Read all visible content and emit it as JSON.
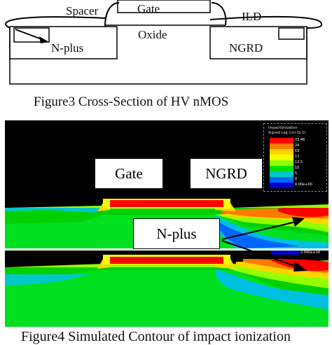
{
  "figure3": {
    "labels": {
      "spacer": "Spacer",
      "gate": "Gate",
      "ild": "ILD",
      "oxide": "Oxide",
      "n_plus": "N-plus",
      "ngrd": "NGRD"
    },
    "caption": "Figure3 Cross-Section of HV nMOS"
  },
  "figure4": {
    "callouts": {
      "gate": "Gate",
      "ngrd": "NGRD",
      "n_plus": "N-plus"
    },
    "legend": {
      "title": "ImpactIonization",
      "subtitle": "Signed Log (cm-3s-1)",
      "ticks": [
        "23.46",
        "24",
        "19",
        "17",
        "13.5",
        "10",
        "5",
        "0",
        "0.00e+00"
      ],
      "second_value": "2.000e+14",
      "colors": [
        "#ff0000",
        "#ff7a00",
        "#ffd400",
        "#f2ff00",
        "#94ff00",
        "#00e000",
        "#00c8c8",
        "#0066ff",
        "#0000c8"
      ]
    },
    "caption_partial": "Figure4 Simulated Contour of impact ionization"
  }
}
